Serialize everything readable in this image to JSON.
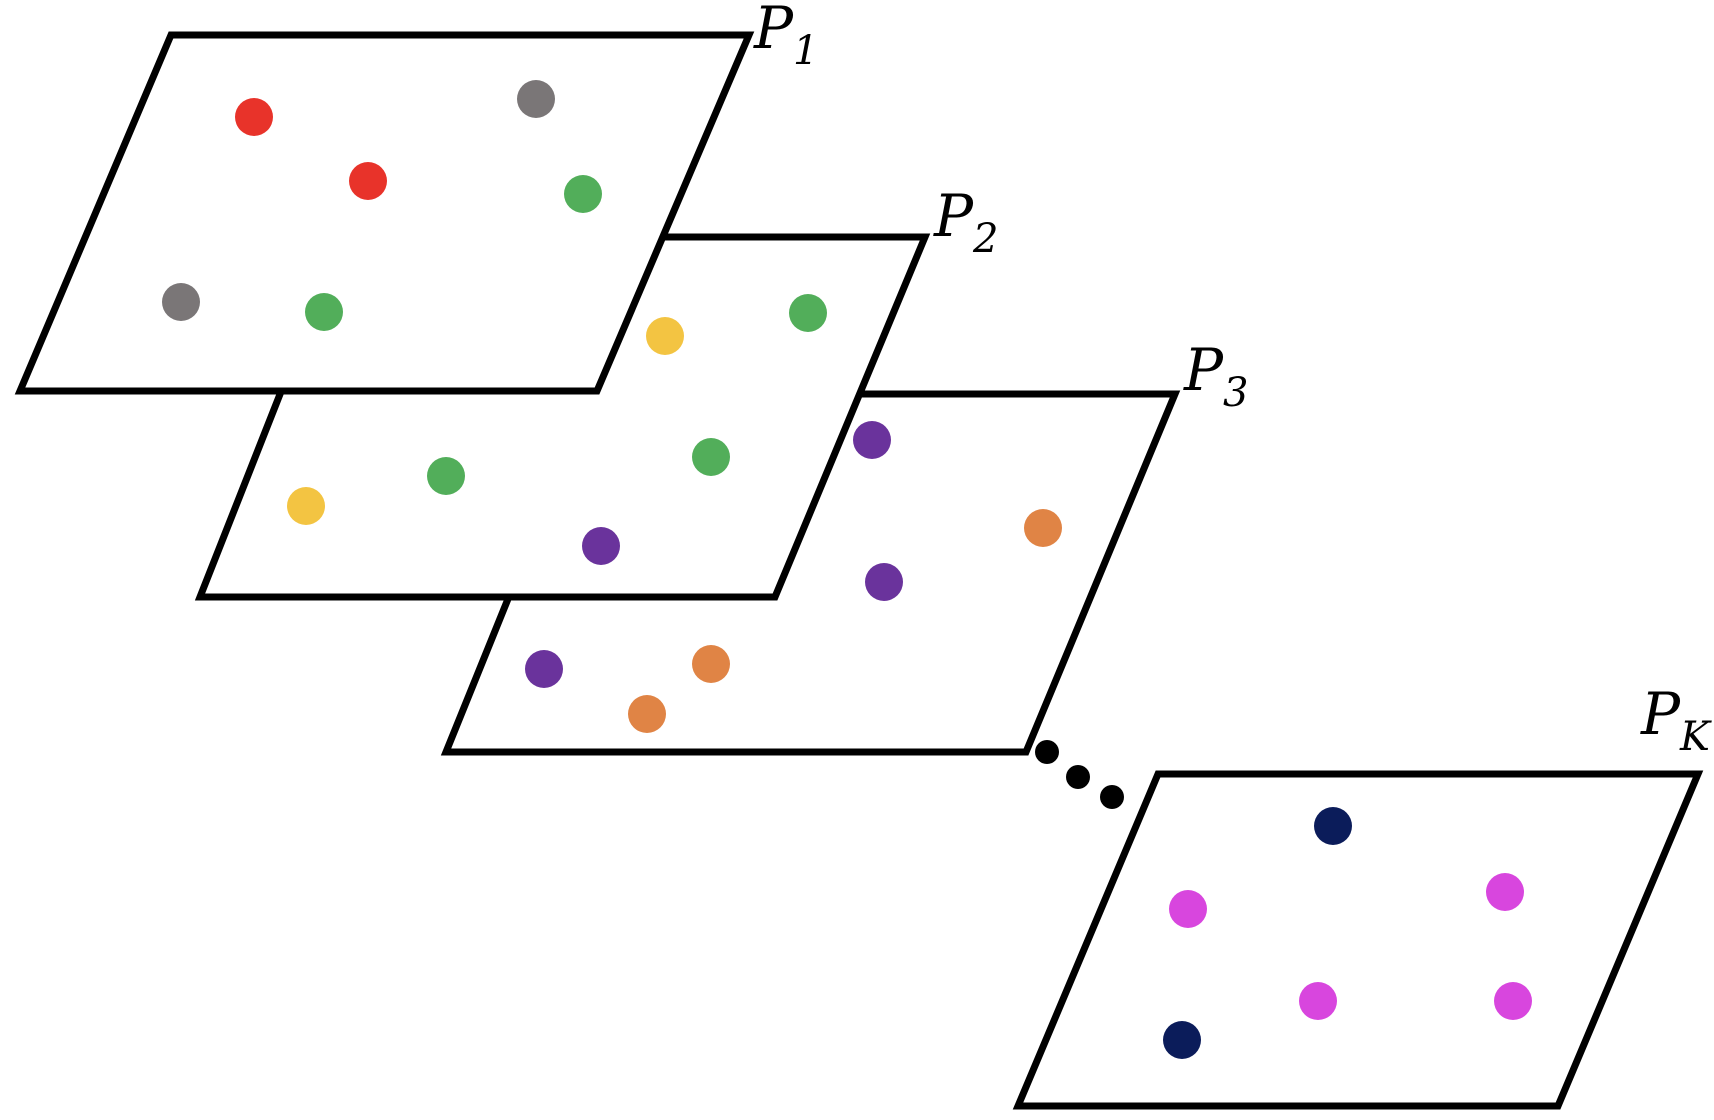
{
  "colors": {
    "red": "#e8332a",
    "gray": "#7a7677",
    "green": "#52ae5a",
    "yellow": "#f3c442",
    "purple": "#6a339c",
    "orange": "#e08445",
    "navy": "#0b1c5a",
    "magenta": "#d846de",
    "outline": "#000000"
  },
  "planes": [
    {
      "id": "p1",
      "label_main": "P",
      "label_sub": "1",
      "points": [
        "red",
        "red",
        "gray",
        "gray",
        "green",
        "green"
      ]
    },
    {
      "id": "p2",
      "label_main": "P",
      "label_sub": "2",
      "points": [
        "yellow",
        "yellow",
        "green",
        "green",
        "green",
        "purple"
      ]
    },
    {
      "id": "p3",
      "label_main": "P",
      "label_sub": "3",
      "points": [
        "purple",
        "purple",
        "purple",
        "orange",
        "orange",
        "orange"
      ]
    },
    {
      "id": "pk",
      "label_main": "P",
      "label_sub": "K",
      "points": [
        "navy",
        "navy",
        "magenta",
        "magenta",
        "magenta",
        "magenta"
      ]
    }
  ],
  "ellipsis_dot_count": 3
}
